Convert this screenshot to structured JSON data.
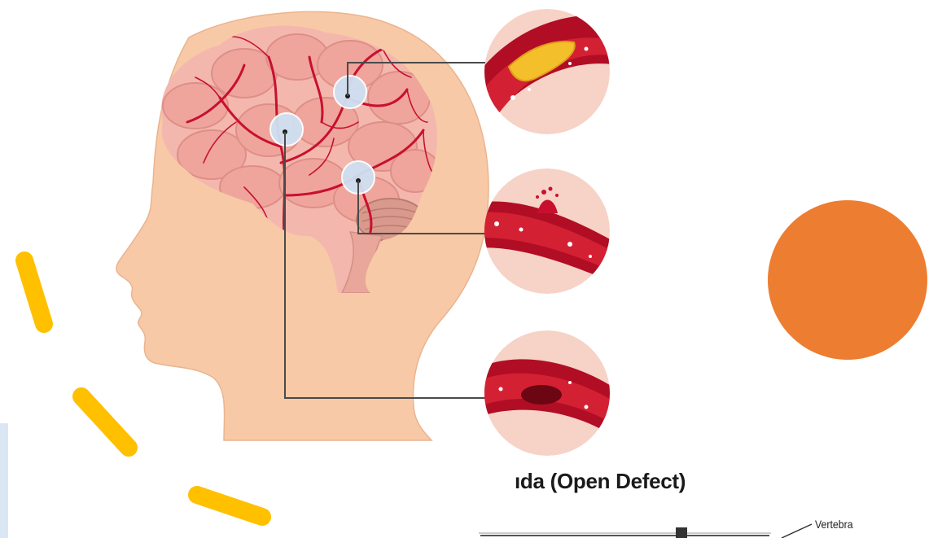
{
  "colors": {
    "background": "#ffffff",
    "accent_orange": "#ed7d31",
    "dash_yellow": "#ffc000",
    "skin": "#f8c9a6",
    "brain": "#f4b7ae",
    "vessel": "#c8102e",
    "callout_line": "#4a4a4a"
  },
  "figure": {
    "subject": "head-profile-brain-stroke-illustration",
    "callouts": [
      {
        "icon": "plaque-vessel-icon"
      },
      {
        "icon": "rupture-vessel-icon"
      },
      {
        "icon": "clot-vessel-icon"
      }
    ]
  },
  "spine_figure": {
    "heading": "ıda (Open Defect)",
    "label": "Vertebra"
  }
}
